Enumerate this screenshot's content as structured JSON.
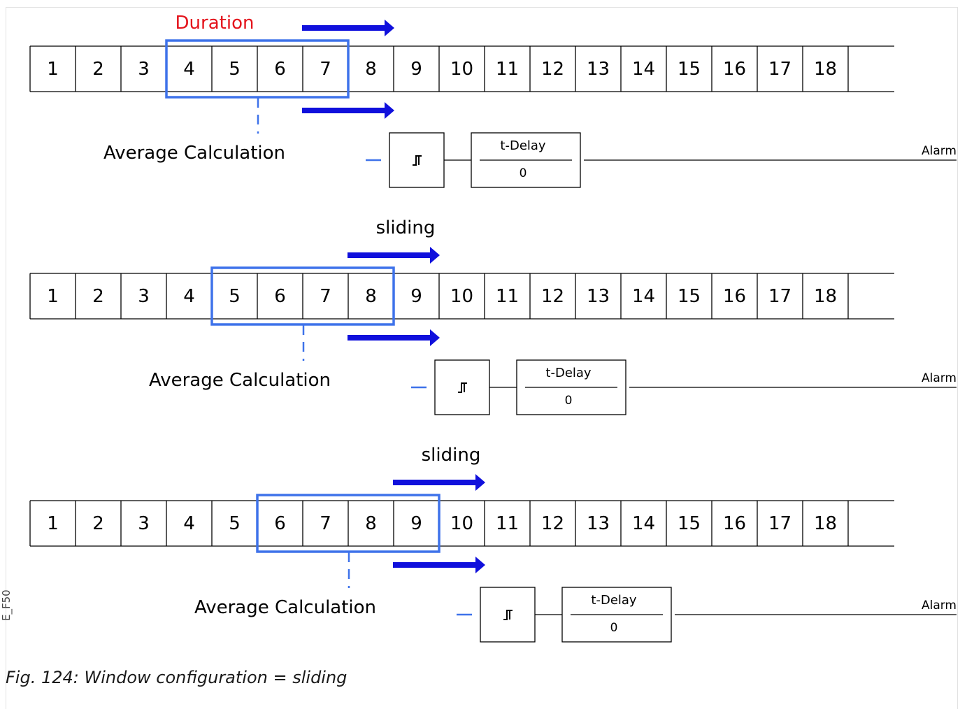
{
  "duration_label": "Duration",
  "side_id": "E_F50",
  "caption": "Fig. 124: Window configuration = sliding",
  "colors": {
    "window_border": "#3e72ea",
    "arrow": "#1010dc",
    "duration_text": "#e4141c",
    "line": "#000000"
  },
  "rows": [
    {
      "cells": [
        "1",
        "2",
        "3",
        "4",
        "5",
        "6",
        "7",
        "8",
        "9",
        "10",
        "11",
        "12",
        "13",
        "14",
        "15",
        "16",
        "17",
        "18"
      ],
      "window_cells": [
        "4",
        "5",
        "6",
        "7"
      ],
      "sliding_label": "",
      "average_label": "Average Calculation",
      "step_icon": "step-function-icon",
      "delay_label": "t-Delay",
      "delay_value": "0",
      "alarm_label": "Alarm"
    },
    {
      "cells": [
        "1",
        "2",
        "3",
        "4",
        "5",
        "6",
        "7",
        "8",
        "9",
        "10",
        "11",
        "12",
        "13",
        "14",
        "15",
        "16",
        "17",
        "18"
      ],
      "window_cells": [
        "5",
        "6",
        "7",
        "8"
      ],
      "sliding_label": "sliding",
      "average_label": "Average Calculation",
      "step_icon": "step-function-icon",
      "delay_label": "t-Delay",
      "delay_value": "0",
      "alarm_label": "Alarm"
    },
    {
      "cells": [
        "1",
        "2",
        "3",
        "4",
        "5",
        "6",
        "7",
        "8",
        "9",
        "10",
        "11",
        "12",
        "13",
        "14",
        "15",
        "16",
        "17",
        "18"
      ],
      "window_cells": [
        "6",
        "7",
        "8",
        "9"
      ],
      "sliding_label": "sliding",
      "average_label": "Average Calculation",
      "step_icon": "step-function-icon",
      "delay_label": "t-Delay",
      "delay_value": "0",
      "alarm_label": "Alarm"
    }
  ]
}
